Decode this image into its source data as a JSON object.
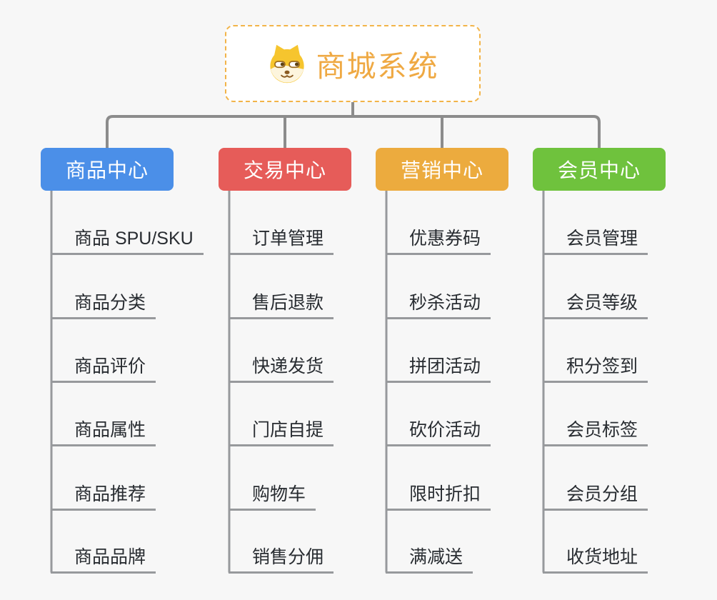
{
  "page": {
    "background_color": "#f7f7f7",
    "connector_color": "#8c8c8c",
    "underline_color": "#97999c"
  },
  "root": {
    "label": "商城系统",
    "icon": "doge-face-icon",
    "text_color": "#efa943",
    "border_color": "#f2b449",
    "background_color": "#ffffff"
  },
  "branches": [
    {
      "label": "商品中心",
      "color": "#4b8fe8",
      "children": [
        "商品 SPU/SKU",
        "商品分类",
        "商品评价",
        "商品属性",
        "商品推荐",
        "商品品牌"
      ]
    },
    {
      "label": "交易中心",
      "color": "#e65c59",
      "children": [
        "订单管理",
        "售后退款",
        "快递发货",
        "门店自提",
        "购物车",
        "销售分佣"
      ]
    },
    {
      "label": "营销中心",
      "color": "#ecab3e",
      "children": [
        "优惠券码",
        "秒杀活动",
        "拼团活动",
        "砍价活动",
        "限时折扣",
        "满减送"
      ]
    },
    {
      "label": "会员中心",
      "color": "#6fc23d",
      "children": [
        "会员管理",
        "会员等级",
        "积分签到",
        "会员标签",
        "会员分组",
        "收货地址"
      ]
    }
  ]
}
